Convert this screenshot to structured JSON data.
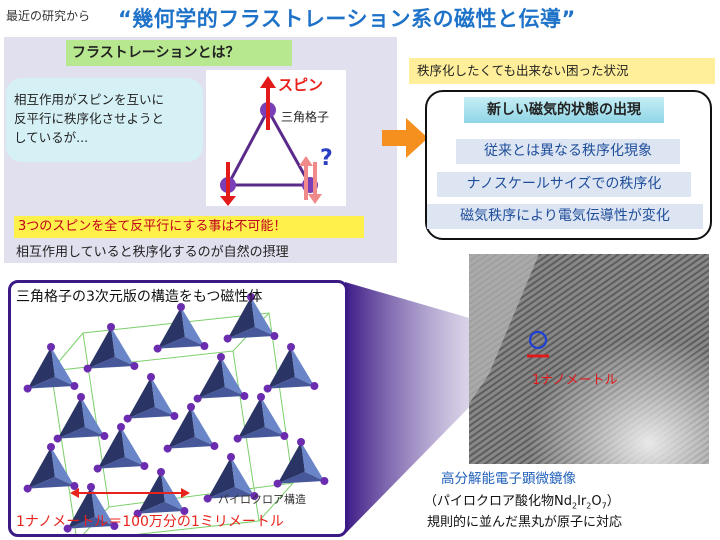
{
  "header": {
    "small": "最近の研究から",
    "title": "“幾何学的フラストレーション系の磁性と伝導”"
  },
  "frustration": {
    "heading": "フラストレーションとは？",
    "bubble_lines": [
      "相互作用がスピンを互いに",
      "反平行に秩序化させようと",
      "しているが..."
    ],
    "spin_label": "スピン",
    "lattice_label": "三角格子",
    "question_mark": "?",
    "impossible": "3つのスピンを全て反平行にする事は不可能！",
    "natural": "相互作用していると秩序化するのが自然の摂理"
  },
  "right": {
    "stuck": "秩序化したくても出来ない困った状況",
    "new_state": "新しい磁気的状態の出現",
    "phenomena": [
      "従来とは異なる秩序化現象",
      "ナノスケールサイズでの秩序化",
      "磁気秩序により電気伝導性が変化"
    ]
  },
  "structure": {
    "title": "三角格子の3次元版の構造をもつ磁性体",
    "pyrochlore_label": "パイロクロア構造",
    "scale_note": "1ナノメートル＝100万分の1ミリメートル"
  },
  "tem": {
    "nm_label": "1ナノメートル",
    "title": "高分解能電子顕微鏡像",
    "compound_prefix": "（パイロクロア酸化物Nd",
    "compound_sub1": "2",
    "compound_mid": "Ir",
    "compound_sub2": "2",
    "compound_o": "O",
    "compound_sub3": "7",
    "compound_suffix": "）",
    "caption": "規則的に並んだ黒丸が原子に対応"
  },
  "colors": {
    "title": "#1e73c9",
    "accent_red": "#e8221c",
    "frame_purple": "#3c1a86",
    "arrow_orange": "#f5901e"
  }
}
